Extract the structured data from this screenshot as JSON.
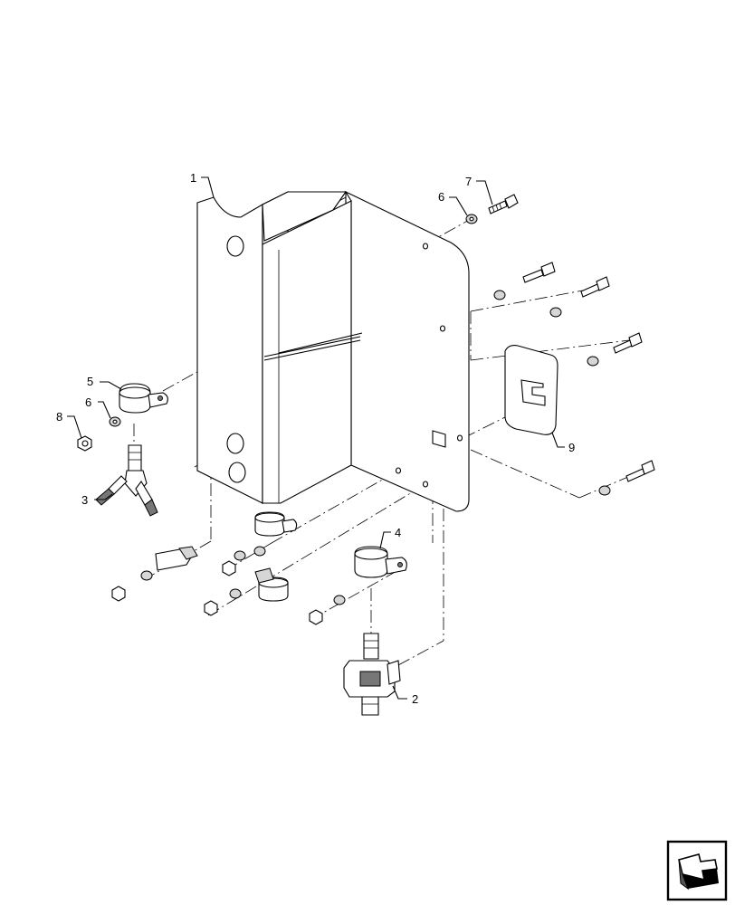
{
  "callouts": [
    {
      "id": "callout-1",
      "label": "1"
    },
    {
      "id": "callout-2",
      "label": "2"
    },
    {
      "id": "callout-3",
      "label": "3"
    },
    {
      "id": "callout-4",
      "label": "4"
    },
    {
      "id": "callout-5",
      "label": "5"
    },
    {
      "id": "callout-6a",
      "label": "6"
    },
    {
      "id": "callout-6b",
      "label": "6"
    },
    {
      "id": "callout-7",
      "label": "7"
    },
    {
      "id": "callout-8",
      "label": "8"
    },
    {
      "id": "callout-9",
      "label": "9"
    }
  ],
  "nav_icon": "arrow-navigation-icon"
}
